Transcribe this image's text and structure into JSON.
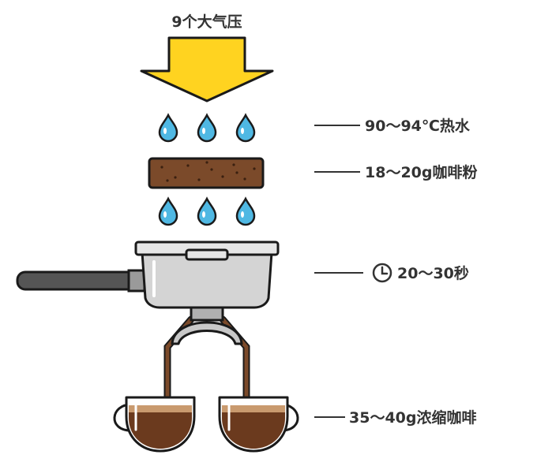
{
  "title": "9个大气压",
  "labels": {
    "water": "90～94℃热水",
    "grounds": "18～20g咖啡粉",
    "time": "20～30秒",
    "output": "35～40g浓缩咖啡"
  },
  "icons": [
    "pressure-arrow",
    "water-drop",
    "coffee-puck",
    "portafilter",
    "clock-icon",
    "espresso-cup"
  ],
  "colors": {
    "arrow": "#FFD320",
    "water": "#4FB8E3",
    "grounds": "#7B4A2A",
    "coffee": "#6B3A1E",
    "crema": "#C99A6E",
    "basket": "#C8C8C8",
    "handle": "#555555",
    "outline": "#1A1A1A"
  }
}
